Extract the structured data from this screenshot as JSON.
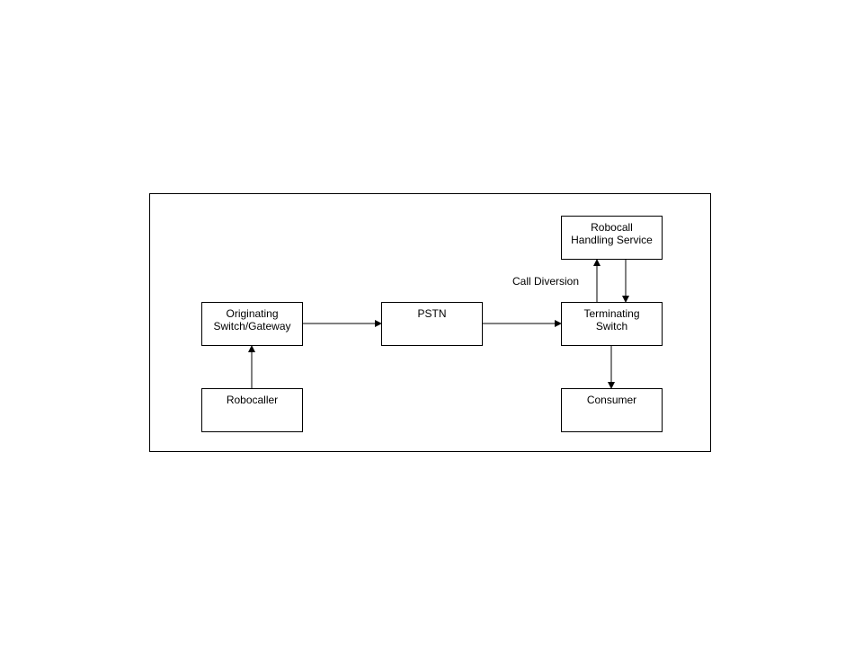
{
  "nodes": {
    "robocall_handling": {
      "line1": "Robocall",
      "line2": "Handling Service"
    },
    "originating": {
      "line1": "Originating",
      "line2": "Switch/Gateway"
    },
    "pstn": {
      "line1": "PSTN"
    },
    "terminating": {
      "line1": "Terminating",
      "line2": "Switch"
    },
    "robocaller": {
      "line1": "Robocaller"
    },
    "consumer": {
      "line1": "Consumer"
    }
  },
  "edge_labels": {
    "call_diversion": "Call Diversion"
  },
  "edges": [
    {
      "from": "robocaller",
      "to": "originating"
    },
    {
      "from": "originating",
      "to": "pstn"
    },
    {
      "from": "pstn",
      "to": "terminating"
    },
    {
      "from": "terminating",
      "to": "robocall_handling",
      "label": "Call Diversion"
    },
    {
      "from": "robocall_handling",
      "to": "terminating"
    },
    {
      "from": "terminating",
      "to": "consumer"
    }
  ]
}
